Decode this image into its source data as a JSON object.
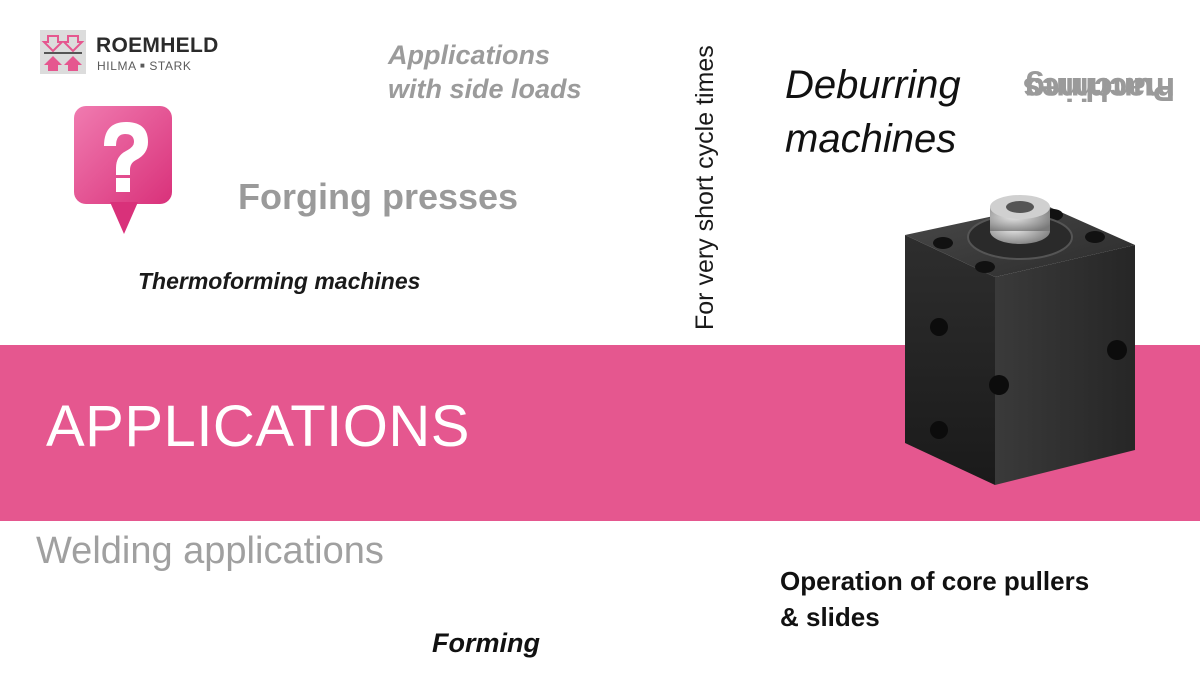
{
  "brand": {
    "name": "ROEMHELD",
    "sub_left": "HILMA",
    "sub_sep": "■",
    "sub_right": "STARK"
  },
  "banner": {
    "title": "APPLICATIONS",
    "color": "#e5578f"
  },
  "labels": {
    "side_loads_line1": "Applications",
    "side_loads_line2": "with side loads",
    "forging": "Forging presses",
    "thermoforming": "Thermoforming machines",
    "cycle_times": "For very short cycle times",
    "deburring_line1": "Deburring",
    "deburring_line2": "machines",
    "punching_line1": "Punching",
    "punching_line2": "machines",
    "welding": "Welding applications",
    "core_pullers_line1": "Operation of core pullers",
    "core_pullers_line2": "& slides",
    "forming": "Forming"
  },
  "icons": {
    "question": "question-mark-speech-bubble-icon",
    "product": "block-cylinder-image"
  },
  "colors": {
    "accent": "#e5578f",
    "grey_text": "#9a9a9a",
    "dark_text": "#111111"
  }
}
